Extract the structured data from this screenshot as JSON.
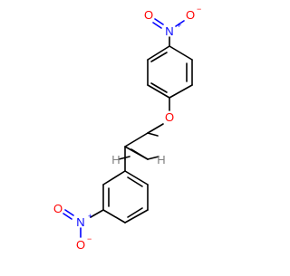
{
  "molecule": {
    "atoms": {
      "n_top": {
        "symbol": "N",
        "charge": "+"
      },
      "o_top_left": {
        "symbol": "O",
        "charge": "−"
      },
      "o_top_right": {
        "symbol": "O",
        "charge": ""
      },
      "o_ether": {
        "symbol": "O",
        "charge": ""
      },
      "n_bottom": {
        "symbol": "N",
        "charge": "+"
      },
      "o_bottom_left": {
        "symbol": "O",
        "charge": ""
      },
      "o_bottom_down": {
        "symbol": "O",
        "charge": "−"
      },
      "h_vinyl_1": {
        "symbol": "H"
      },
      "h_vinyl_2": {
        "symbol": "H"
      }
    },
    "colors": {
      "bond": "#000000",
      "oxygen": "#ff0000",
      "nitrogen": "#0000ff",
      "hydrogen": "#7f7f7f"
    }
  }
}
